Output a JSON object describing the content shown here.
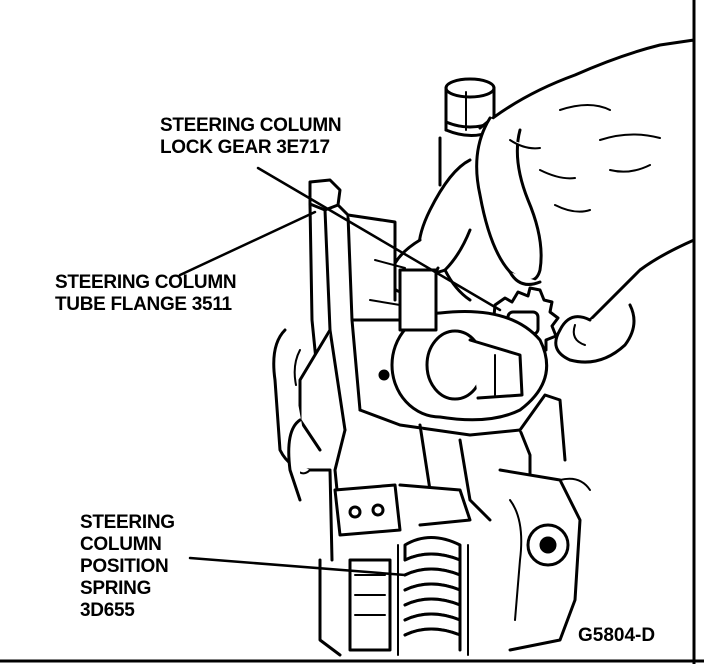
{
  "labels": {
    "lock_gear": {
      "line1": "STEERING COLUMN",
      "line2": "LOCK GEAR 3E717"
    },
    "tube_flange": {
      "line1": "STEERING COLUMN",
      "line2": "TUBE FLANGE 3511"
    },
    "position_spring": {
      "line1": "STEERING",
      "line2": "COLUMN",
      "line3": "POSITION",
      "line4": "SPRING",
      "line5": "3D655"
    }
  },
  "figure_id": "G5804-D",
  "colors": {
    "ink": "#000000",
    "paper": "#ffffff"
  }
}
